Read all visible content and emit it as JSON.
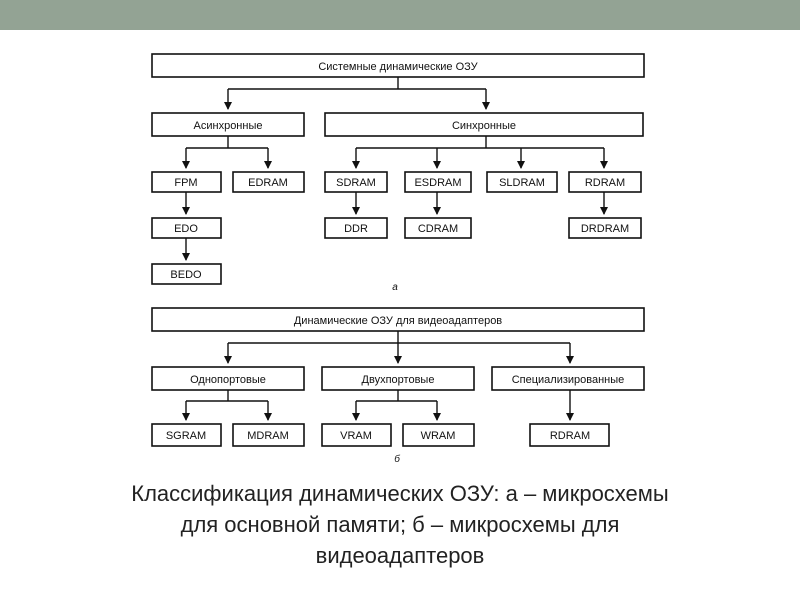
{
  "colors": {
    "top_band": "#93a394",
    "line": "#111111",
    "box_fill": "#ffffff",
    "text": "#111111",
    "caption": "#222222"
  },
  "diagram_a": {
    "root": "Системные динамические ОЗУ",
    "async": "Асинхронные",
    "sync": "Синхронные",
    "fpm": "FPM",
    "edram": "EDRAM",
    "edo": "EDO",
    "bedo": "BEDO",
    "sdram": "SDRAM",
    "esdram": "ESDRAM",
    "sldram": "SLDRAM",
    "rdram": "RDRAM",
    "ddr": "DDR",
    "cdram": "CDRAM",
    "drdram": "DRDRAM",
    "label": "а"
  },
  "diagram_b": {
    "root": "Динамические ОЗУ для видеоадаптеров",
    "single_port": "Однопортовые",
    "dual_port": "Двухпортовые",
    "specialized": "Специализированные",
    "sgram": "SGRAM",
    "mdram": "MDRAM",
    "vram": "VRAM",
    "wram": "WRAM",
    "rdram": "RDRAM",
    "label": "б"
  },
  "caption": {
    "line1": "Классификация динамических ОЗУ: а – микросхемы",
    "line2": "для основной памяти; б – микросхемы для",
    "line3": "видеоадаптеров"
  }
}
